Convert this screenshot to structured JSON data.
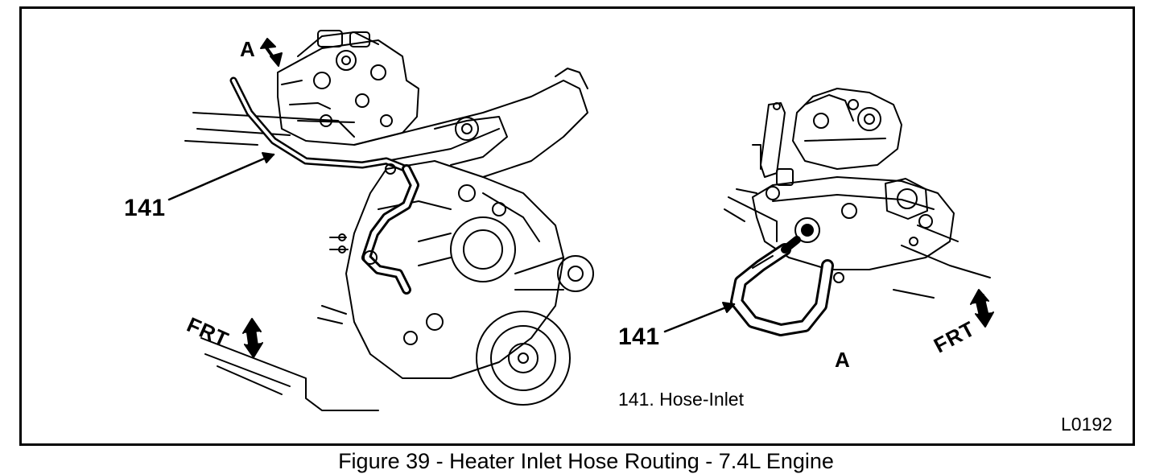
{
  "diagram": {
    "callout_left": "141",
    "callout_right": "141",
    "view_label_top": "A",
    "view_label_detail": "A",
    "front_label_left": "FRT",
    "front_label_right": "FRT",
    "legend": "141. Hose-Inlet",
    "figure_id": "L0192",
    "caption": "Figure 39 - Heater Inlet Hose Routing - 7.4L Engine"
  }
}
